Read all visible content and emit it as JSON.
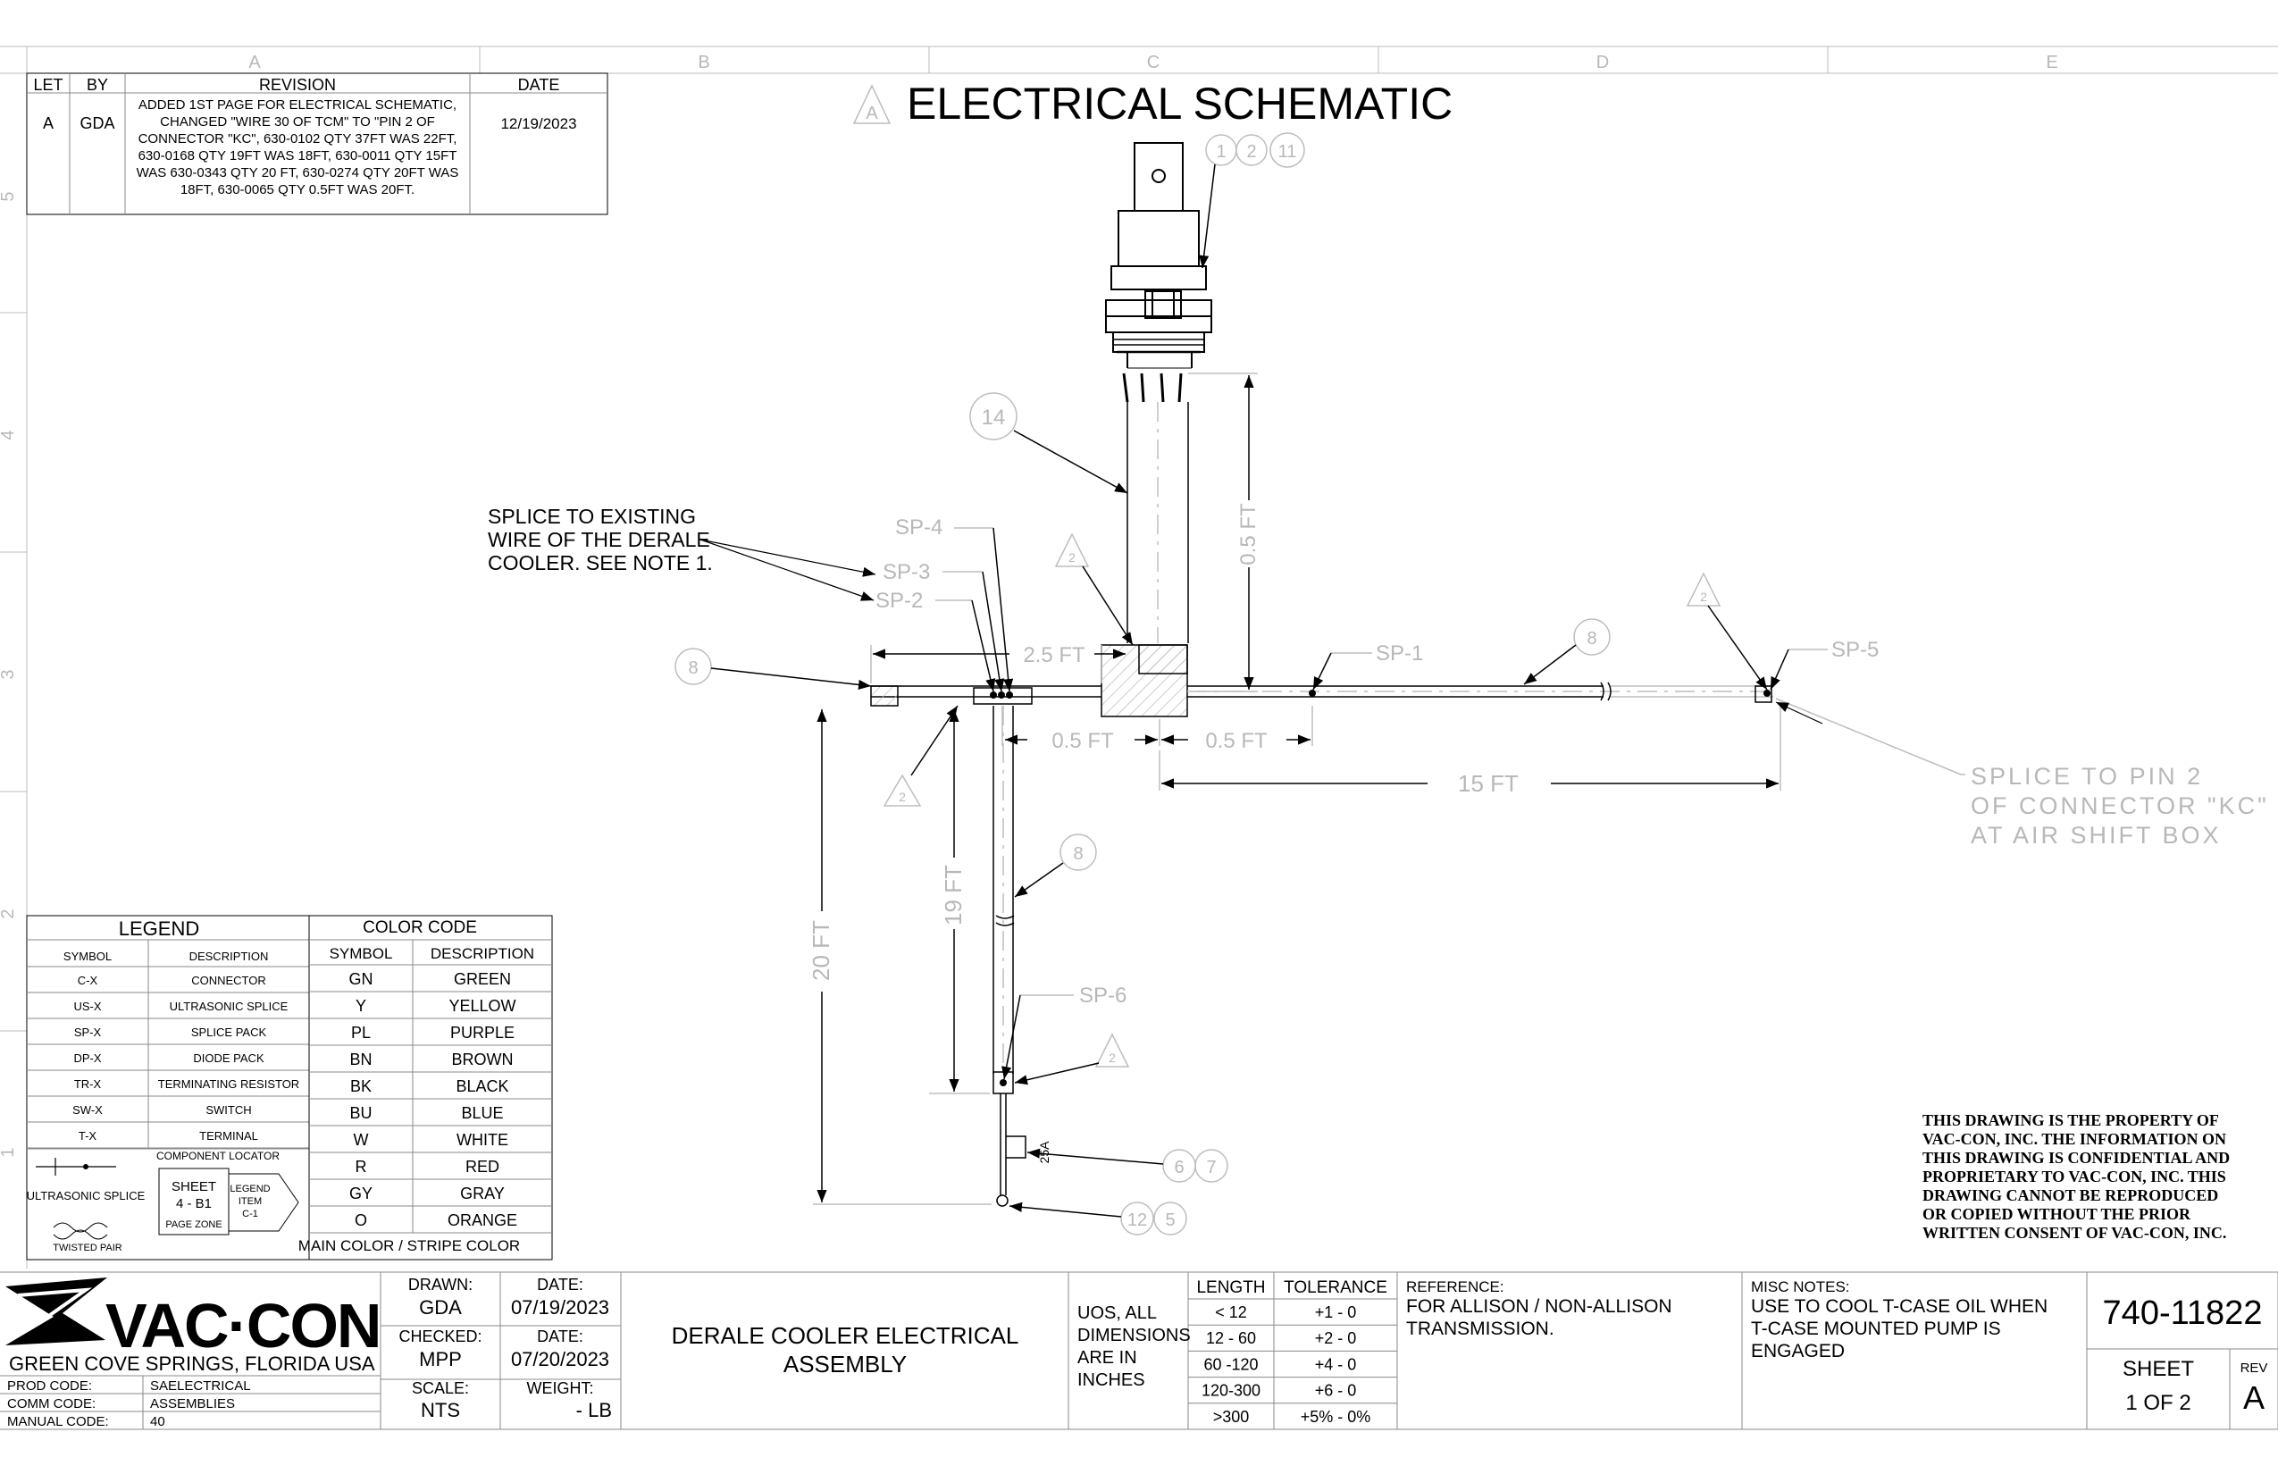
{
  "border": {
    "zones_x": [
      "A",
      "B",
      "C",
      "D",
      "E"
    ],
    "zones_y": [
      "5",
      "4",
      "3",
      "2",
      "1"
    ]
  },
  "revision_block": {
    "headers": [
      "LET",
      "BY",
      "REVISION",
      "DATE"
    ],
    "row": {
      "let": "A",
      "by": "GDA",
      "revision_lines": [
        "ADDED 1ST PAGE FOR ELECTRICAL SCHEMATIC,",
        "CHANGED \"WIRE 30 OF TCM\" TO \"PIN 2 OF",
        "CONNECTOR \"KC\", 630-0102 QTY 37FT WAS 22FT,",
        "630-0168 QTY 19FT WAS 18FT, 630-0011 QTY 15FT",
        "WAS 630-0343 QTY 20 FT, 630-0274 QTY 20FT WAS",
        "18FT, 630-0065 QTY 0.5FT WAS 20FT."
      ],
      "date": "12/19/2023"
    }
  },
  "title": "ELECTRICAL SCHEMATIC",
  "title_rev_flag": "A",
  "diagram": {
    "balloons_top": [
      "1",
      "2",
      "11"
    ],
    "balloon_harness": "14",
    "balloon_wire_left": "8",
    "balloon_wire_right": "8",
    "balloon_wire_down": "8",
    "balloons_fuse": [
      "6",
      "7"
    ],
    "balloons_bottom": [
      "12",
      "5"
    ],
    "rev_flag": "2",
    "splices": [
      "SP-1",
      "SP-2",
      "SP-3",
      "SP-4",
      "SP-5",
      "SP-6"
    ],
    "dims": {
      "top_vertical": "0.5 FT",
      "left_horizontal": "2.5 FT",
      "mid_left": "0.5 FT",
      "mid_right": "0.5 FT",
      "right_long": "15 FT",
      "down_19": "19 FT",
      "down_20": "20 FT"
    },
    "fuse_label": "25A",
    "note_splice_existing": [
      "SPLICE TO EXISTING",
      "WIRE OF THE DERALE",
      "COOLER. SEE NOTE 1."
    ],
    "note_splice_kc": [
      "SPLICE TO PIN 2",
      "OF CONNECTOR \"KC\"",
      "AT AIR SHIFT BOX"
    ]
  },
  "legend": {
    "title": "LEGEND",
    "headers": [
      "SYMBOL",
      "DESCRIPTION"
    ],
    "rows": [
      [
        "C-X",
        "CONNECTOR"
      ],
      [
        "US-X",
        "ULTRASONIC SPLICE"
      ],
      [
        "SP-X",
        "SPLICE PACK"
      ],
      [
        "DP-X",
        "DIODE PACK"
      ],
      [
        "TR-X",
        "TERMINATING RESISTOR"
      ],
      [
        "SW-X",
        "SWITCH"
      ],
      [
        "T-X",
        "TERMINAL"
      ]
    ],
    "component_locator": "COMPONENT LOCATOR",
    "ultrasonic_splice": "ULTRASONIC SPLICE",
    "twisted_pair": "TWISTED PAIR",
    "locator_sheet": "SHEET",
    "locator_code": "4 - B1",
    "locator_page_zone": "PAGE ZONE",
    "locator_legend": "LEGEND",
    "locator_item": "ITEM",
    "locator_item_code": "C-1"
  },
  "color_code": {
    "title": "COLOR CODE",
    "headers": [
      "SYMBOL",
      "DESCRIPTION"
    ],
    "rows": [
      [
        "GN",
        "GREEN"
      ],
      [
        "Y",
        "YELLOW"
      ],
      [
        "PL",
        "PURPLE"
      ],
      [
        "BN",
        "BROWN"
      ],
      [
        "BK",
        "BLACK"
      ],
      [
        "BU",
        "BLUE"
      ],
      [
        "W",
        "WHITE"
      ],
      [
        "R",
        "RED"
      ],
      [
        "GY",
        "GRAY"
      ],
      [
        "O",
        "ORANGE"
      ]
    ],
    "footer": "MAIN COLOR / STRIPE COLOR"
  },
  "proprietary_notice": [
    "THIS DRAWING IS THE PROPERTY OF",
    "VAC-CON, INC.  THE INFORMATION ON",
    "THIS DRAWING IS CONFIDENTIAL AND",
    "PROPRIETARY TO VAC-CON, INC.  THIS",
    "DRAWING CANNOT BE REPRODUCED",
    "OR COPIED WITHOUT THE PRIOR",
    "WRITTEN CONSENT OF VAC-CON, INC."
  ],
  "title_block": {
    "company": "VAC·CON",
    "location": "GREEN COVE SPRINGS, FLORIDA USA",
    "prod_code_label": "PROD CODE:",
    "prod_code": "SAELECTRICAL",
    "comm_code_label": "COMM CODE:",
    "comm_code": "ASSEMBLIES",
    "manual_code_label": "MANUAL CODE:",
    "manual_code": "40",
    "drawn_label": "DRAWN:",
    "drawn": "GDA",
    "date_label": "DATE:",
    "drawn_date": "07/19/2023",
    "checked_label": "CHECKED:",
    "checked": "MPP",
    "checked_date": "07/20/2023",
    "scale_label": "SCALE:",
    "scale": "NTS",
    "weight_label": "WEIGHT:",
    "weight": "- LB",
    "description": [
      "DERALE COOLER ELECTRICAL",
      "ASSEMBLY"
    ],
    "uos": [
      "UOS, ALL",
      "DIMENSIONS",
      "ARE IN",
      "INCHES"
    ],
    "tolerance_headers": [
      "LENGTH",
      "TOLERANCE"
    ],
    "tolerance_rows": [
      [
        "< 12",
        "+1 - 0"
      ],
      [
        "12 - 60",
        "+2 - 0"
      ],
      [
        "60 -120",
        "+4 - 0"
      ],
      [
        "120-300",
        "+6 - 0"
      ],
      [
        ">300",
        "+5% - 0%"
      ]
    ],
    "reference_label": "REFERENCE:",
    "reference": [
      "FOR ALLISON / NON-ALLISON",
      "TRANSMISSION."
    ],
    "misc_label": "MISC NOTES:",
    "misc": [
      "USE TO COOL T-CASE OIL WHEN",
      "T-CASE MOUNTED PUMP IS",
      "ENGAGED"
    ],
    "part_number": "740-11822",
    "sheet_label": "SHEET",
    "sheet": "1 OF 2",
    "rev_label": "REV",
    "rev": "A"
  }
}
